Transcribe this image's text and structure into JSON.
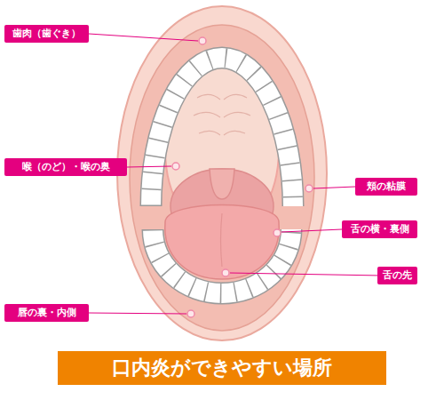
{
  "diagram": {
    "title": "口内炎ができやすい場所",
    "nodes": [
      {
        "text": [
          "歯肉（歯ぐき）"
        ]
      },
      {
        "text": [
          "喉（のど）・喉の奥"
        ]
      },
      {
        "text": [
          "頬の粘膜"
        ]
      },
      {
        "text": [
          "舌の横・裏側"
        ]
      },
      {
        "text": [
          "舌の先"
        ]
      },
      {
        "text": [
          "唇の裏・内側"
        ]
      }
    ]
  }
}
